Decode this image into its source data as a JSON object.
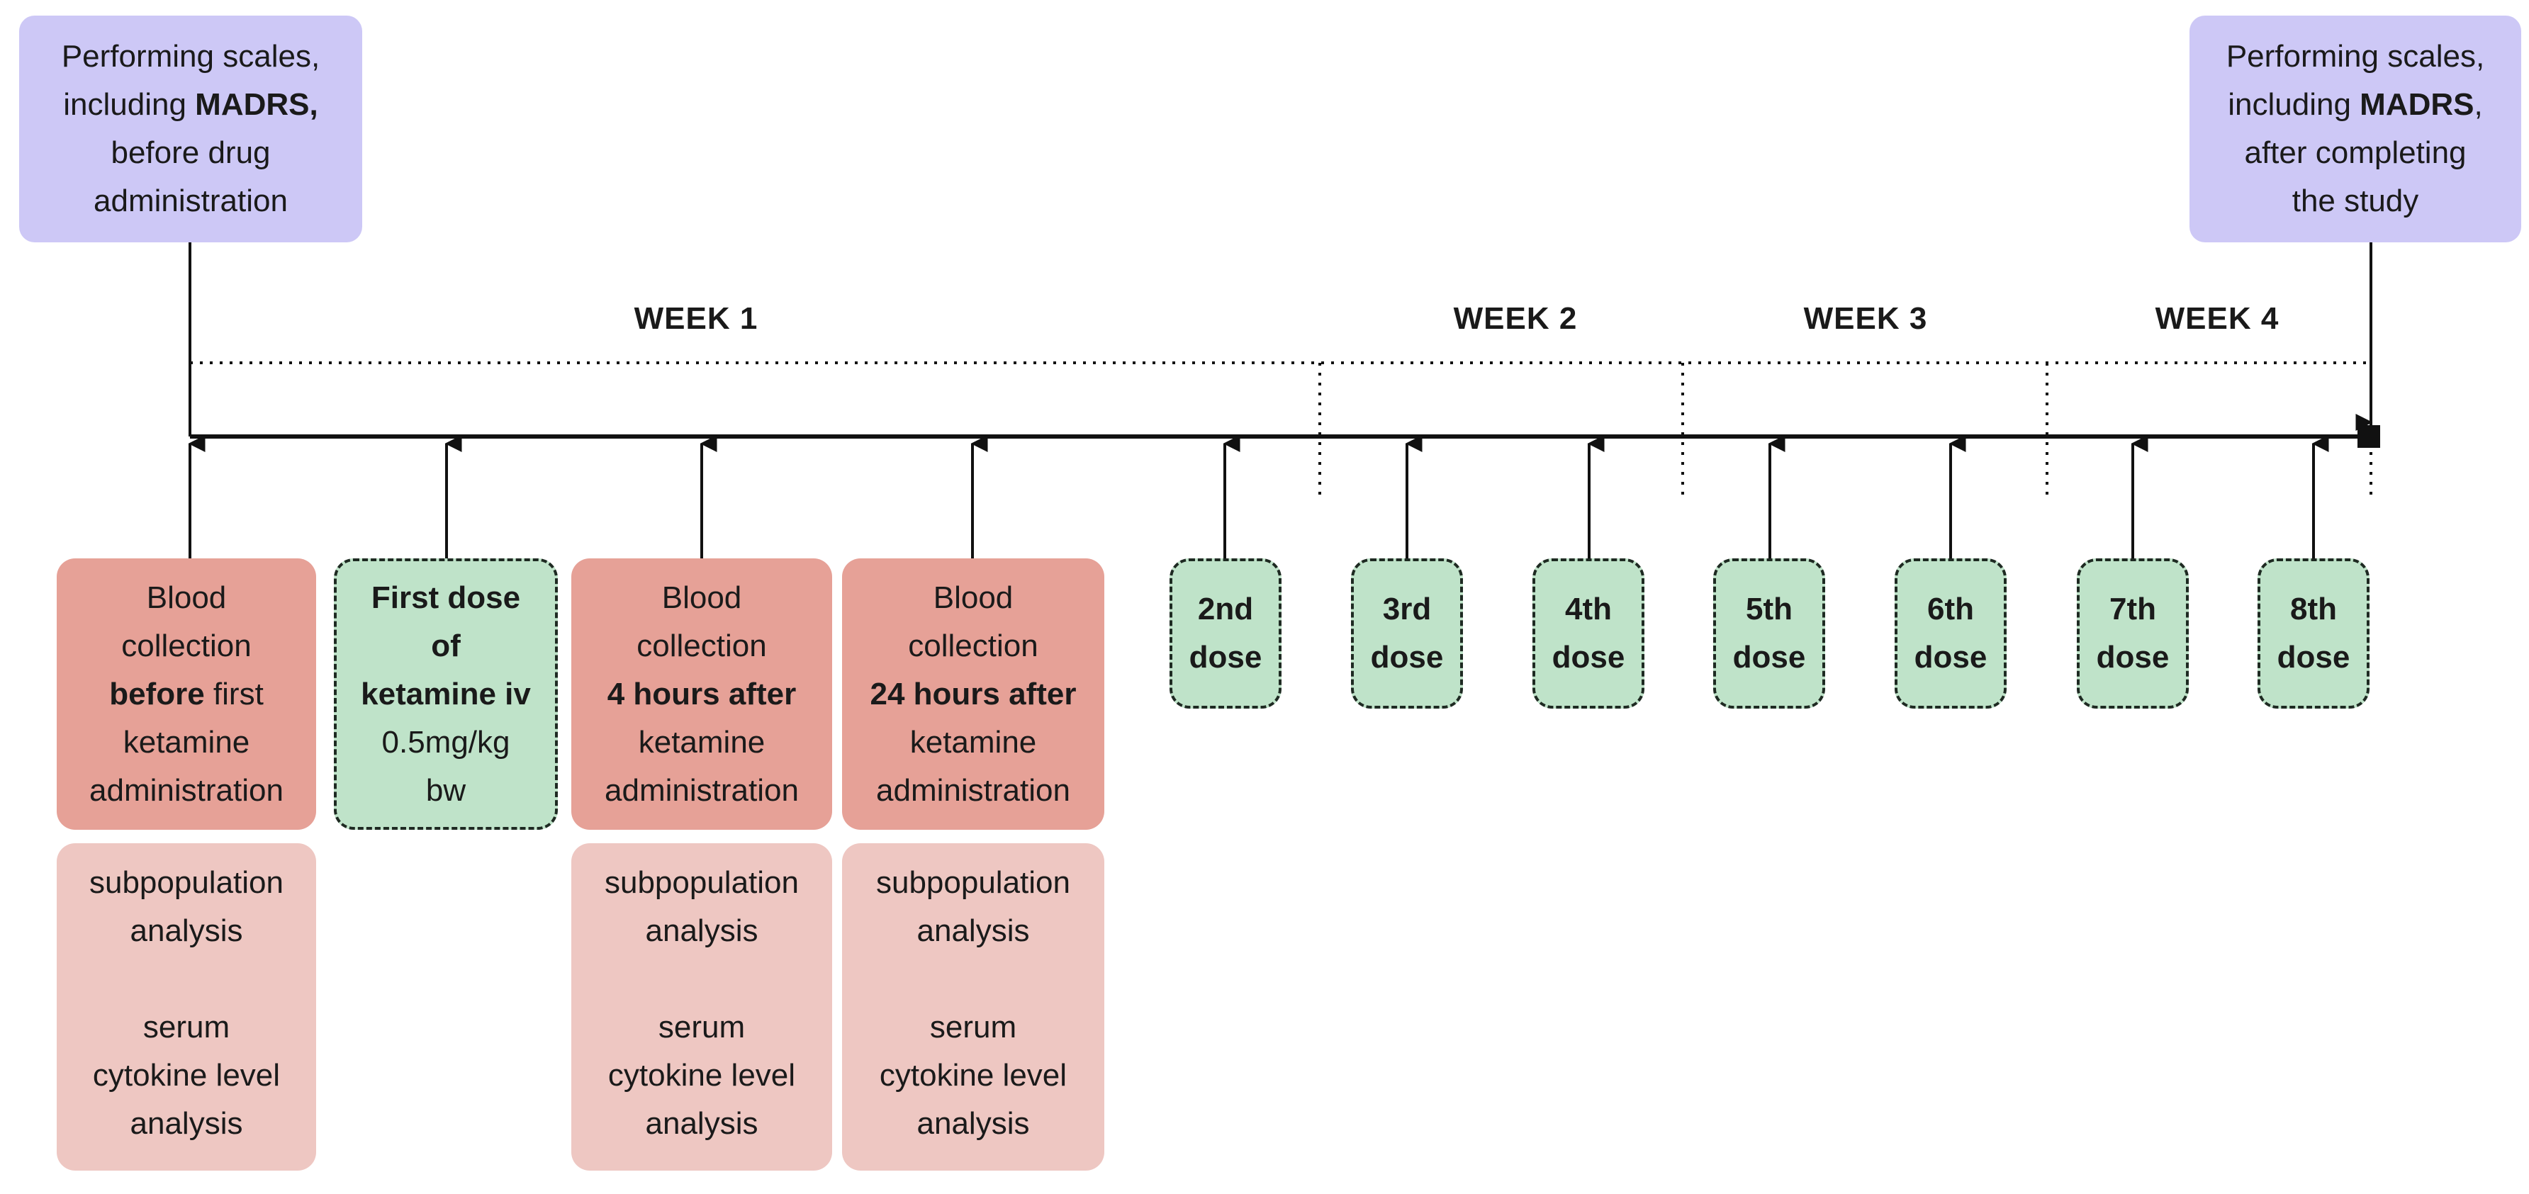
{
  "scales": {
    "before": {
      "line1": "Performing scales,",
      "line2_pre": "including ",
      "line2_bold": "MADRS,",
      "line3": "before drug",
      "line4": "administration"
    },
    "after": {
      "line1": "Performing scales,",
      "line2_pre": "including ",
      "line2_bold": "MADRS",
      "line2_post": ",",
      "line3": "after completing",
      "line4": "the study"
    }
  },
  "weeks": [
    "WEEK 1",
    "WEEK 2",
    "WEEK 3",
    "WEEK 4"
  ],
  "blood": [
    {
      "line1": "Blood",
      "line2": "collection",
      "line3_bold": "before",
      "line3_post": " first",
      "line4": "ketamine",
      "line5": "administration"
    },
    {
      "line1": "Blood",
      "line2": "collection",
      "line3_bold": "4 hours after",
      "line4": "ketamine",
      "line5": "administration"
    },
    {
      "line1": "Blood",
      "line2": "collection",
      "line3_bold": "24 hours after",
      "line4": "ketamine",
      "line5": "administration"
    }
  ],
  "analysis": {
    "line1": "subpopulation",
    "line2": "analysis",
    "line3": "serum",
    "line4": "cytokine level",
    "line5": "analysis"
  },
  "first_dose": {
    "line1": "First dose",
    "line2": "of",
    "line3": "ketamine iv",
    "line4": "0.5mg/kg",
    "line5": "bw"
  },
  "doses": [
    {
      "line1": "2nd",
      "line2": "dose"
    },
    {
      "line1": "3rd",
      "line2": "dose"
    },
    {
      "line1": "4th",
      "line2": "dose"
    },
    {
      "line1": "5th",
      "line2": "dose"
    },
    {
      "line1": "6th",
      "line2": "dose"
    },
    {
      "line1": "7th",
      "line2": "dose"
    },
    {
      "line1": "8th",
      "line2": "dose"
    }
  ],
  "colors": {
    "scales": "#cdc8f6",
    "blood": "#e6a197",
    "analysis": "#eec7c2",
    "dose": "#bfe3c9",
    "line": "#111111"
  }
}
